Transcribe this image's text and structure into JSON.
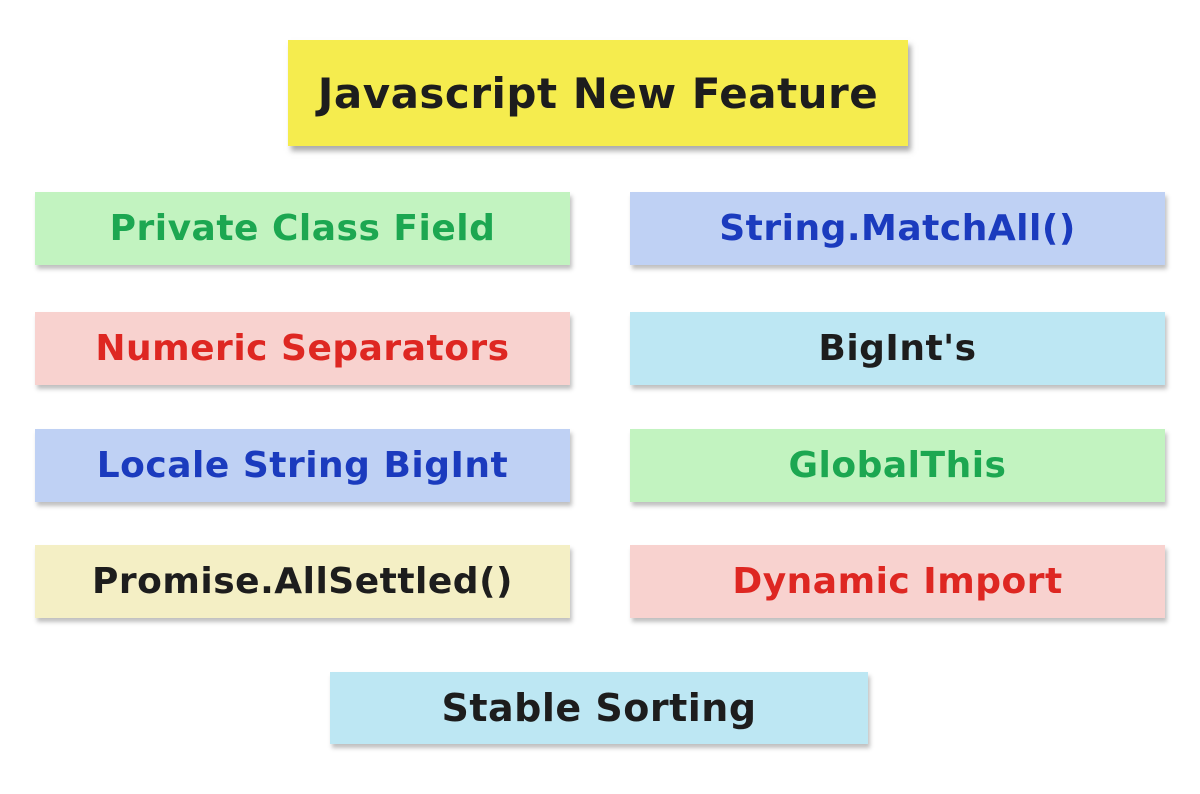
{
  "page": {
    "background": "#ffffff"
  },
  "title": {
    "label": "Javascript New Feature",
    "variant": "yellow",
    "bg": "#F5EC4E",
    "text_color": "#1d1d1d"
  },
  "features": {
    "left_column": [
      {
        "label": "Private Class Field",
        "variant": "green",
        "bg": "#C2F3C0",
        "text_color": "#1CA751"
      },
      {
        "label": "Numeric Separators",
        "variant": "pink",
        "bg": "#F8D2CF",
        "text_color": "#DE2722"
      },
      {
        "label": "Locale String BigInt",
        "variant": "blue",
        "bg": "#BFD1F4",
        "text_color": "#1B3BBE"
      },
      {
        "label": "Promise.AllSettled()",
        "variant": "cream",
        "bg": "#F4EFC5",
        "text_color": "#1d1d1d"
      }
    ],
    "right_column": [
      {
        "label": "String.MatchAll()",
        "variant": "blue",
        "bg": "#BFD1F4",
        "text_color": "#1B3BBE"
      },
      {
        "label": "BigInt's",
        "variant": "cyan",
        "bg": "#BDE7F3",
        "text_color": "#1d1d1d"
      },
      {
        "label": "GlobalThis",
        "variant": "green",
        "bg": "#C2F3C0",
        "text_color": "#1CA751"
      },
      {
        "label": "Dynamic Import",
        "variant": "pink",
        "bg": "#F8D2CF",
        "text_color": "#DE2722"
      }
    ],
    "bottom": {
      "label": "Stable Sorting",
      "variant": "cyan",
      "bg": "#BDE7F3",
      "text_color": "#1d1d1d"
    }
  }
}
